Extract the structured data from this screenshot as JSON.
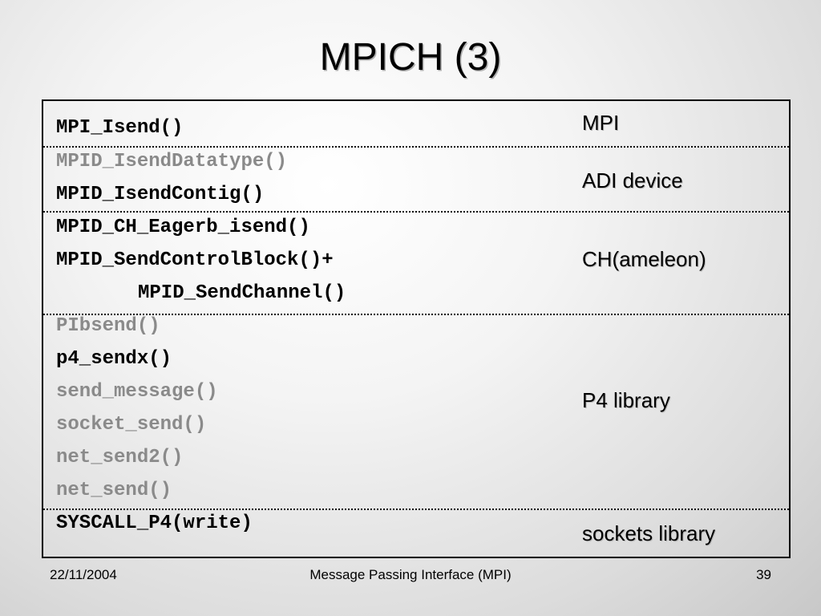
{
  "slide": {
    "title": "MPICH (3)"
  },
  "layers": [
    {
      "label": "MPI",
      "calls": [
        {
          "text": "MPI_Isend()",
          "style": "dark"
        }
      ]
    },
    {
      "label": "ADI device",
      "calls": [
        {
          "text": "MPID_IsendDatatype()",
          "style": "grey"
        },
        {
          "text": "MPID_IsendContig()",
          "style": "dark"
        }
      ]
    },
    {
      "label": "CH(ameleon)",
      "calls": [
        {
          "text": "MPID_CH_Eagerb_isend()",
          "style": "dark"
        },
        {
          "text": "MPID_SendControlBlock()+",
          "style": "dark"
        },
        {
          "text": "MPID_SendChannel()",
          "style": "dark"
        }
      ]
    },
    {
      "label": "P4 library",
      "calls": [
        {
          "text": "PIbsend()",
          "style": "grey"
        },
        {
          "text": "p4_sendx()",
          "style": "dark"
        },
        {
          "text": "send_message()",
          "style": "grey"
        },
        {
          "text": "socket_send()",
          "style": "grey"
        },
        {
          "text": "net_send2()",
          "style": "grey"
        },
        {
          "text": "net_send()",
          "style": "grey"
        }
      ]
    },
    {
      "label": "sockets library",
      "calls": [
        {
          "text": "SYSCALL_P4(write)",
          "style": "dark"
        }
      ]
    }
  ],
  "footer": {
    "date": "22/11/2004",
    "center": "Message Passing Interface (MPI)",
    "page": "39"
  },
  "colors": {
    "dark_text": "#000000",
    "grey_text": "#8a8a8a"
  }
}
